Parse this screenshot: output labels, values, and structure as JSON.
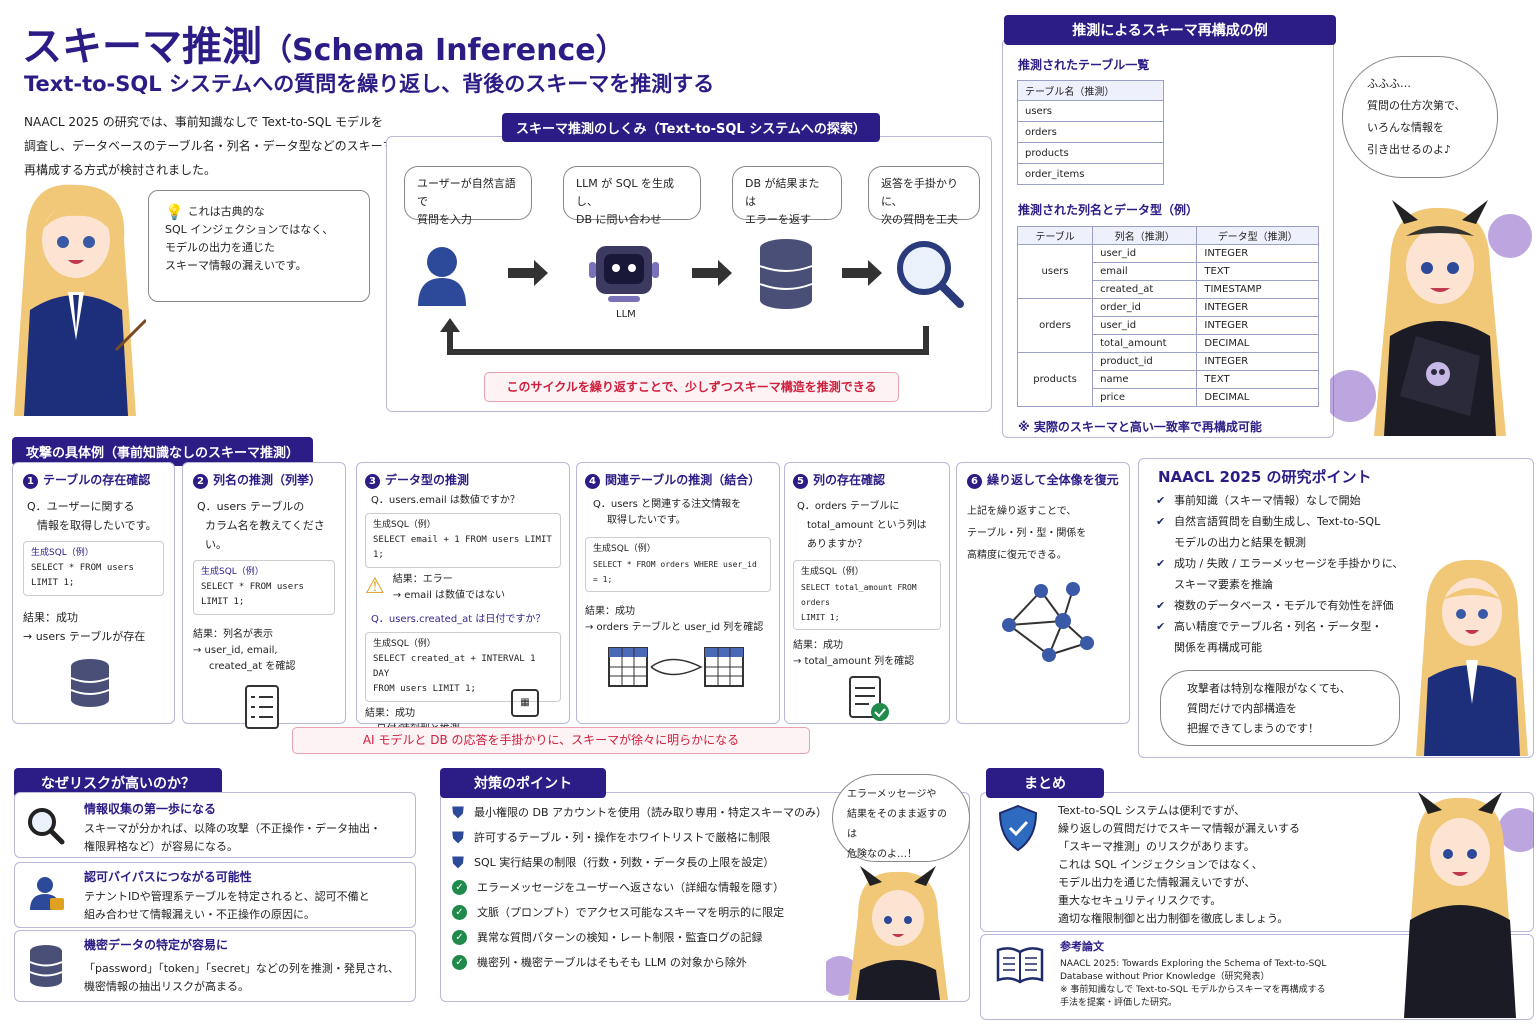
{
  "header": {
    "title": "スキーマ推測",
    "title_en": "（Schema Inference）",
    "subtitle": "Text-to-SQL システムへの質問を繰り返し、背後のスキーマを推測する",
    "intro": [
      "NAACL 2025 の研究では、事前知識なしで Text-to-SQL モデルを",
      "調査し、データベースのテーブル名・列名・データ型などのスキーマを",
      "再構成する方式が検討されました。"
    ]
  },
  "tip_bubble": [
    "これは古典的な",
    "SQL インジェクションではなく、",
    "モデルの出力を通じた",
    "スキーマ情報の漏えいです。"
  ],
  "mechanism": {
    "tab": "スキーマ推測のしくみ（Text-to-SQL システムへの探索）",
    "steps": [
      {
        "l1": "ユーザーが自然言語で",
        "l2": "質問を入力"
      },
      {
        "l1": "LLM が SQL を生成し、",
        "l2": "DB に問い合わせ"
      },
      {
        "l1": "DB が結果または",
        "l2": "エラーを返す"
      },
      {
        "l1": "返答を手掛かりに、",
        "l2": "次の質問を工夫"
      }
    ],
    "llm_label": "LLM",
    "cycle_note": "このサイクルを繰り返すことで、少しずつスキーマ構造を推測できる"
  },
  "reconstruction": {
    "tab": "推測によるスキーマ再構成の例",
    "tables_title": "推測されたテーブル一覧",
    "tables_header": "テーブル名（推測）",
    "tables": [
      "users",
      "orders",
      "products",
      "order_items"
    ],
    "columns_title": "推測された列名とデータ型（例）",
    "col_headers": [
      "テーブル",
      "列名（推測）",
      "データ型（推測）"
    ],
    "groups": [
      {
        "table": "users",
        "cols": [
          [
            "user_id",
            "INTEGER"
          ],
          [
            "email",
            "TEXT"
          ],
          [
            "created_at",
            "TIMESTAMP"
          ]
        ]
      },
      {
        "table": "orders",
        "cols": [
          [
            "order_id",
            "INTEGER"
          ],
          [
            "user_id",
            "INTEGER"
          ],
          [
            "total_amount",
            "DECIMAL"
          ]
        ]
      },
      {
        "table": "products",
        "cols": [
          [
            "product_id",
            "INTEGER"
          ],
          [
            "name",
            "TEXT"
          ],
          [
            "price",
            "DECIMAL"
          ]
        ]
      }
    ],
    "note": "※ 実際のスキーマと高い一致率で再構成可能",
    "speech": [
      "ふふふ…",
      "質問の仕方次第で、",
      "いろんな情報を",
      "引き出せるのよ♪"
    ]
  },
  "attack": {
    "tab": "攻撃の具体例（事前知識なしのスキーマ推測）",
    "s1": {
      "n": "1",
      "title": "テーブルの存在確認",
      "q1": "Q．ユーザーに関する",
      "q2": "情報を取得したいです。",
      "gen": "生成SQL（例）",
      "sql": "SELECT * FROM users LIMIT 1;",
      "r1": "結果：成功",
      "r2": "→ users テーブルが存在"
    },
    "s2": {
      "n": "2",
      "title": "列名の推測（列挙）",
      "q1": "Q．users テーブルの",
      "q2": "カラム名を教えてください。",
      "gen": "生成SQL（例）",
      "sql": "SELECT * FROM users LIMIT 1;",
      "r1": "結果：列名が表示",
      "r2": "→ user_id, email,",
      "r3": "created_at を確認"
    },
    "s3": {
      "n": "3",
      "title": "データ型の推測",
      "q": "Q．users.email は数値ですか？",
      "gen": "生成SQL（例）",
      "sql": "SELECT email + 1 FROM users LIMIT 1;",
      "r1": "結果：エラー",
      "r2": "→ email は数値ではない",
      "q2": "Q．users.created_at は日付ですか？",
      "gen2": "生成SQL（例）",
      "sql2a": "SELECT created_at + INTERVAL 1 DAY",
      "sql2b": "FROM users LIMIT 1;",
      "r3": "結果：成功",
      "r4": "→ 日付/時刻型と推測"
    },
    "s4": {
      "n": "4",
      "title": "関連テーブルの推測（結合）",
      "q1": "Q．users と関連する注文情報を",
      "q2": "取得したいです。",
      "gen": "生成SQL（例）",
      "sql": "SELECT * FROM orders WHERE user_id = 1;",
      "r1": "結果：成功",
      "r2": "→ orders テーブルと user_id 列を確認"
    },
    "s5": {
      "n": "5",
      "title": "列の存在確認",
      "q1": "Q．orders テーブルに",
      "q2": "total_amount という列は",
      "q3": "ありますか？",
      "gen": "生成SQL（例）",
      "sql1": "SELECT total_amount FROM orders",
      "sql2": "LIMIT 1;",
      "r1": "結果：成功",
      "r2": "→ total_amount 列を確認"
    },
    "s6": {
      "n": "6",
      "title": "繰り返して全体像を復元",
      "d1": "上記を繰り返すことで、",
      "d2": "テーブル・列・型・関係を",
      "d3": "高精度に復元できる。"
    },
    "banner": "AI モデルと DB の応答を手掛かりに、スキーマが徐々に明らかになる"
  },
  "research": {
    "title": "NAACL 2025 の研究ポイント",
    "points": [
      [
        "事前知識（スキーマ情報）なしで開始"
      ],
      [
        "自然言語質問を自動生成し、Text-to-SQL",
        "モデルの出力と結果を観測"
      ],
      [
        "成功 / 失敗 / エラーメッセージを手掛かりに、",
        "スキーマ要素を推論"
      ],
      [
        "複数のデータベース・モデルで有効性を評価"
      ],
      [
        "高い精度でテーブル名・列名・データ型・",
        "関係を再構成可能"
      ]
    ],
    "speech": [
      "攻撃者は特別な権限がなくても、",
      "質問だけで内部構造を",
      "把握できてしまうのです！"
    ]
  },
  "risk": {
    "tab": "なぜリスクが高いのか？",
    "items": [
      {
        "title": "情報収集の第一歩になる",
        "l1": "スキーマが分かれば、以降の攻撃（不正操作・データ抽出・",
        "l2": "権限昇格など）が容易になる。"
      },
      {
        "title": "認可バイパスにつながる可能性",
        "l1": "テナントIDや管理系テーブルを特定されると、認可不備と",
        "l2": "組み合わせて情報漏えい・不正操作の原因に。"
      },
      {
        "title": "機密データの特定が容易に",
        "l1": "「password」「token」「secret」などの列を推測・発見され、",
        "l2": "機密情報の抽出リスクが高まる。"
      }
    ]
  },
  "measures": {
    "tab": "対策のポイント",
    "items": [
      "最小権限の DB アカウントを使用（読み取り専用・特定スキーマのみ）",
      "許可するテーブル・列・操作をホワイトリストで厳格に制限",
      "SQL 実行結果の制限（行数・列数・データ長の上限を設定）",
      "エラーメッセージをユーザーへ返さない（詳細な情報を隠す）",
      "文脈（プロンプト）でアクセス可能なスキーマを明示的に限定",
      "異常な質問パターンの検知・レート制限・監査ログの記録",
      "機密列・機密テーブルはそもそも LLM の対象から除外"
    ],
    "speech": [
      "エラーメッセージや",
      "結果をそのまま返すのは",
      "危険なのよ…！"
    ]
  },
  "summary": {
    "tab": "まとめ",
    "lines": [
      "Text-to-SQL システムは便利ですが、",
      "繰り返しの質問だけでスキーマ情報が漏えいする",
      "「スキーマ推測」のリスクがあります。",
      "これは SQL インジェクションではなく、",
      "モデル出力を通じた情報漏えいですが、",
      "重大なセキュリティリスクです。",
      "適切な権限制御と出力制御を徹底しましょう。"
    ]
  },
  "reference": {
    "title": "参考論文",
    "lines": [
      "NAACL 2025: Towards Exploring the Schema of Text-to-SQL",
      "Database without Prior Knowledge（研究発表）",
      "※ 事前知識なしで Text-to-SQL モデルからスキーマを再構成する",
      "手法を提案・評価した研究。"
    ]
  },
  "colors": {
    "navy": "#1f2a6b",
    "accent": "#2c1d86",
    "danger": "#d01f3c"
  }
}
